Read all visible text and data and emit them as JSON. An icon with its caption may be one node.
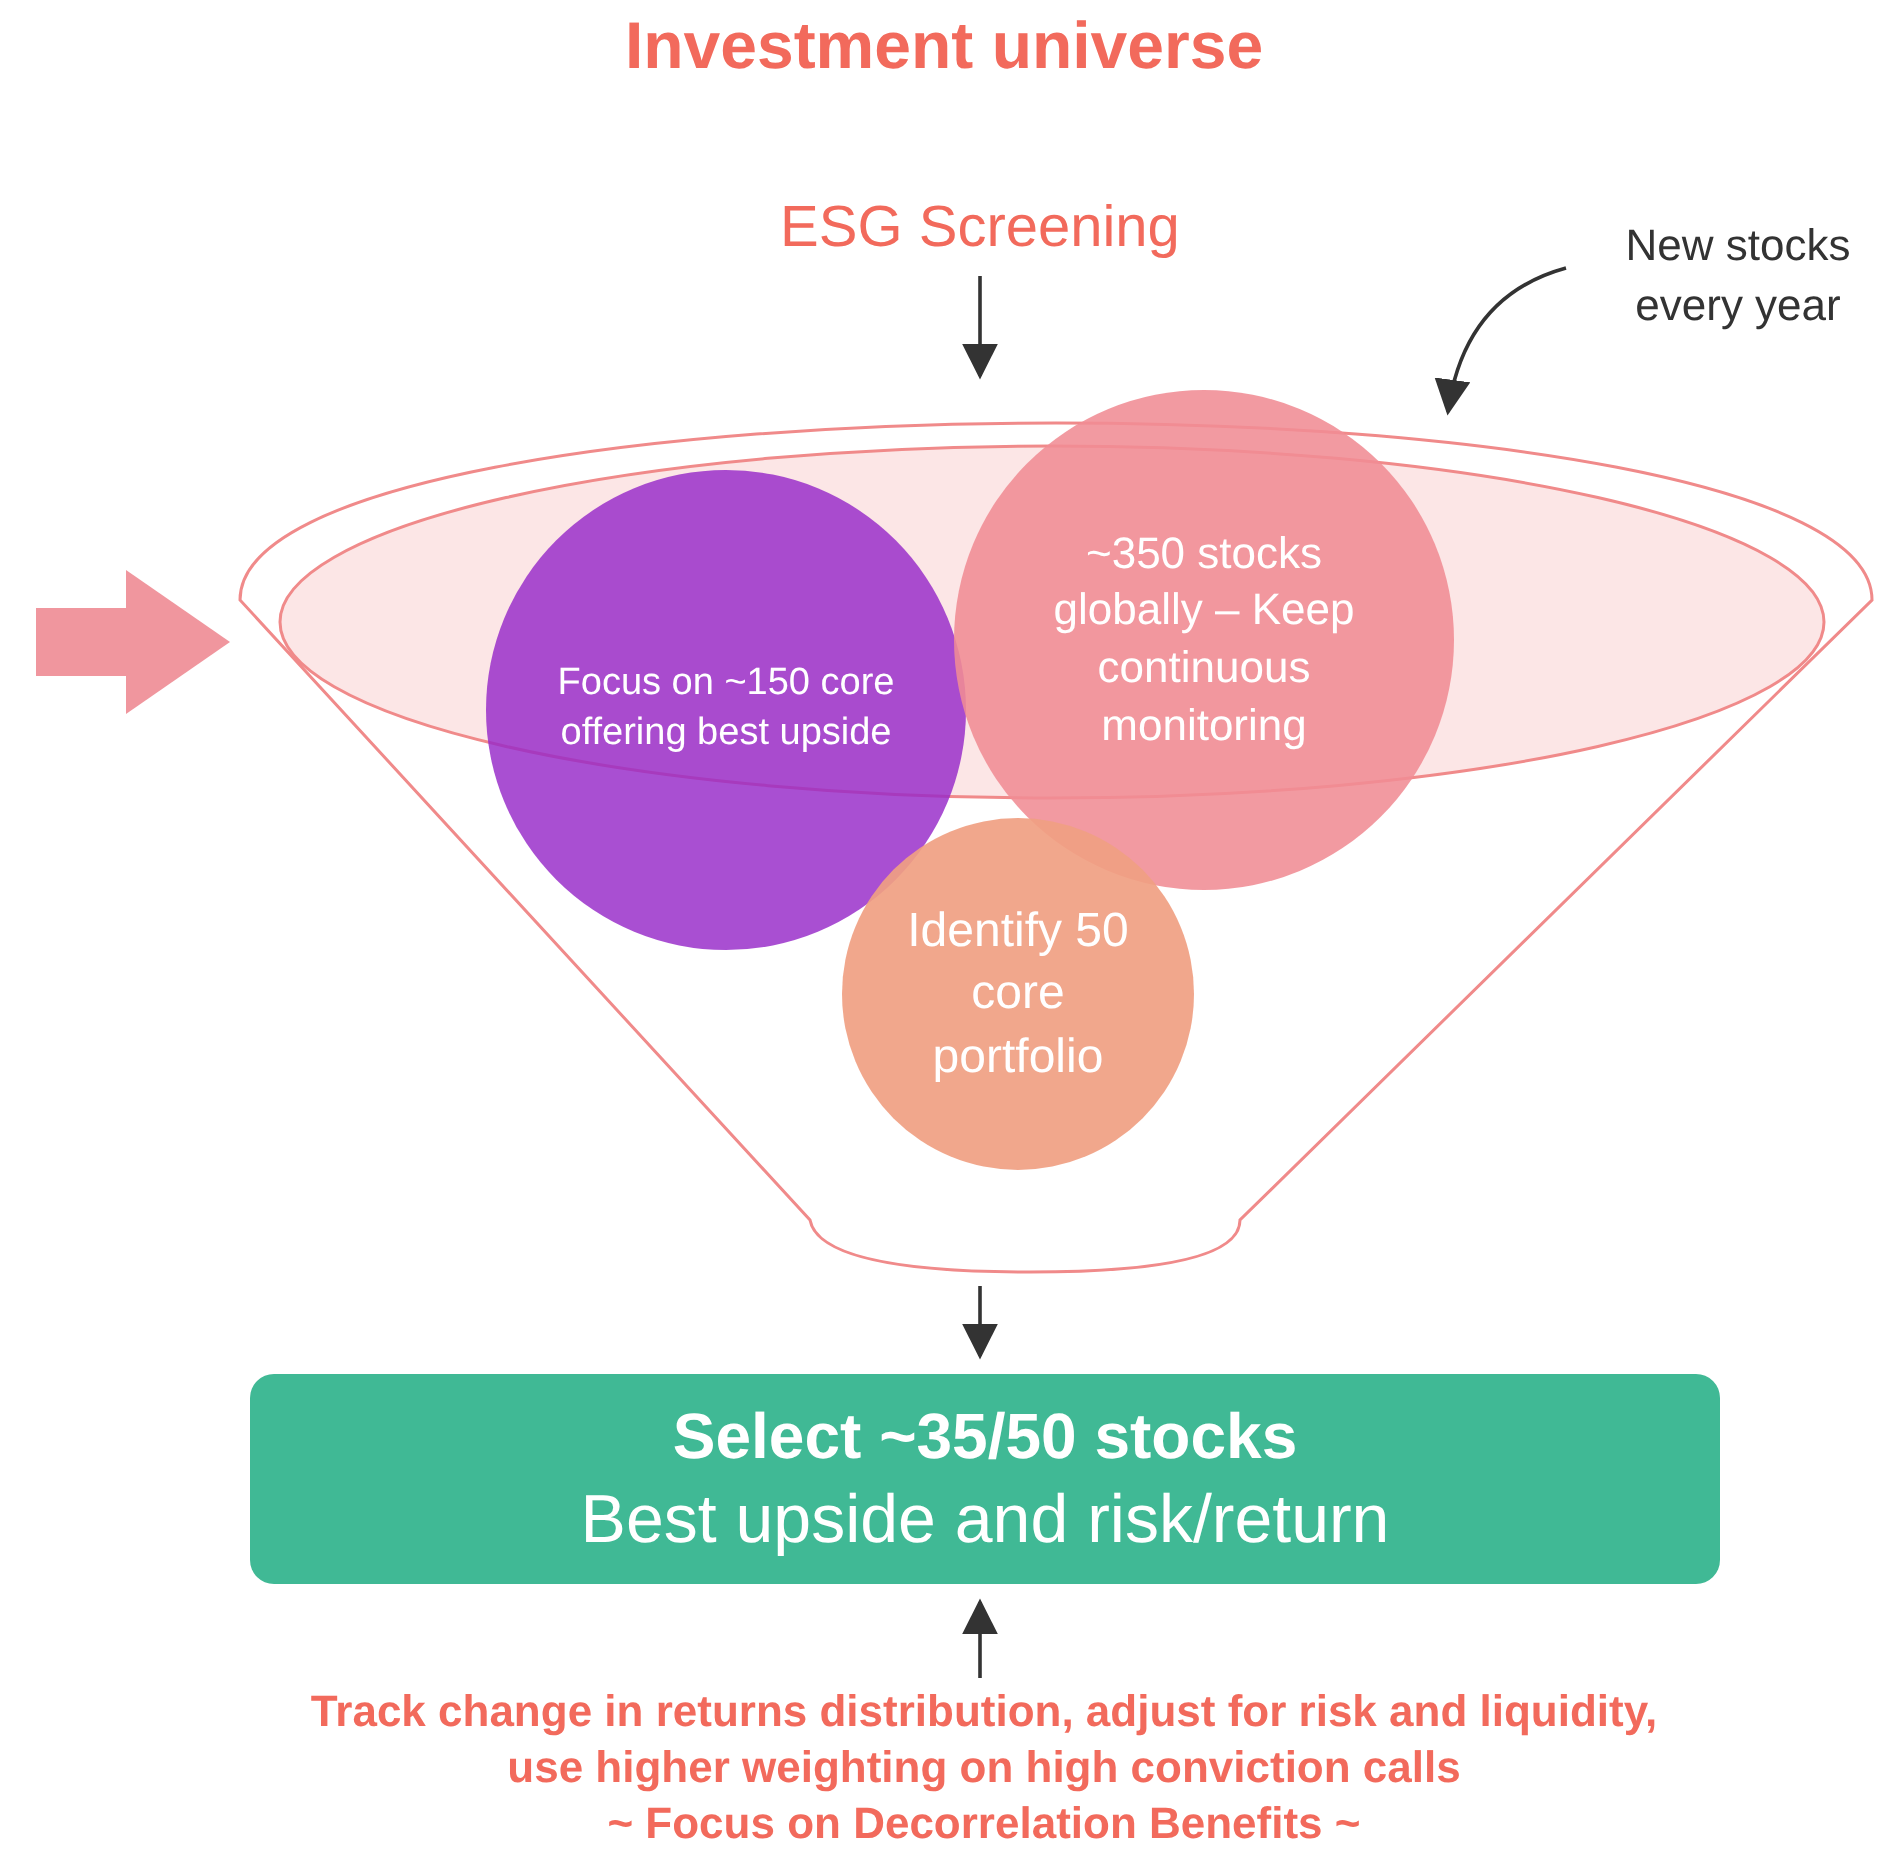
{
  "diagram": {
    "title": "Investment universe",
    "nodes": [
      {
        "text": [
          "ESG Screening"
        ]
      },
      {
        "text": [
          "New stocks every year"
        ]
      },
      {
        "text": [],
        "shape": "funnel"
      },
      {
        "text": [
          "Focus on ~150 core offering best upside"
        ],
        "in": 2
      },
      {
        "text": [
          "~350 stocks globally – Keep continuous monitoring"
        ],
        "in": 2
      },
      {
        "text": [
          "Identify 50 core portfolio"
        ],
        "in": 2
      },
      {
        "text": [
          "Select ~35/50 stocks",
          "Best upside and risk/return"
        ]
      },
      {
        "text": [
          "Track change in returns distribution, adjust for risk and liquidity, use higher weighting on high conviction calls",
          "~ Focus on Decorrelation Benefits ~"
        ]
      }
    ],
    "edges": [
      {
        "from": 0,
        "to": 2,
        "arrow": "to"
      },
      {
        "from": 1,
        "to": 2,
        "arrow": "to"
      },
      {
        "from": null,
        "to": 2,
        "arrow": "to",
        "style": "thick",
        "color": "#f0969e"
      },
      {
        "from": 2,
        "to": 6,
        "arrow": "to"
      },
      {
        "from": 7,
        "to": 6,
        "arrow": "to"
      }
    ]
  }
}
